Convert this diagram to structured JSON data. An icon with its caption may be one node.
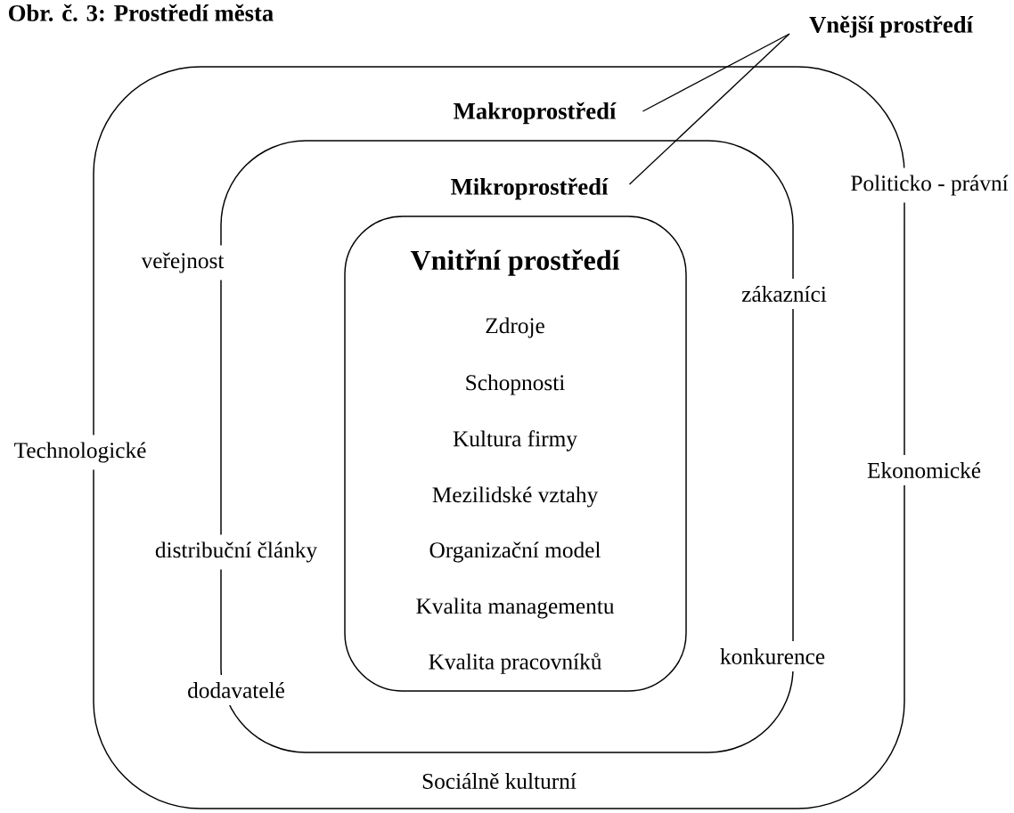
{
  "diagram": {
    "title": "Obr. č. 3: Prostředí města",
    "nodes": [
      {
        "text": [
          "Makroprostředí"
        ],
        "beside": [
          "Politicko - právní",
          "Technologické",
          "Ekonomické",
          "Sociálně kulturní"
        ]
      },
      {
        "text": [
          "Mikroprostředí"
        ],
        "in": 0,
        "beside": [
          "veřejnost",
          "zákazníci",
          "distribuční články",
          "konkurence",
          "dodavatelé"
        ]
      },
      {
        "text": [
          "Vnitřní prostředí",
          "Zdroje",
          "Schopnosti",
          "Kultura firmy",
          "Mezilidské vztahy",
          "Organizační model",
          "Kvalita managementu",
          "Kvalita pracovníků"
        ],
        "in": 1
      },
      {
        "text": [
          "Vnější prostředí"
        ]
      }
    ],
    "edges": [
      {
        "from": 3,
        "to": 0,
        "arrow": "none"
      },
      {
        "from": 3,
        "to": 1,
        "arrow": "none"
      }
    ]
  }
}
